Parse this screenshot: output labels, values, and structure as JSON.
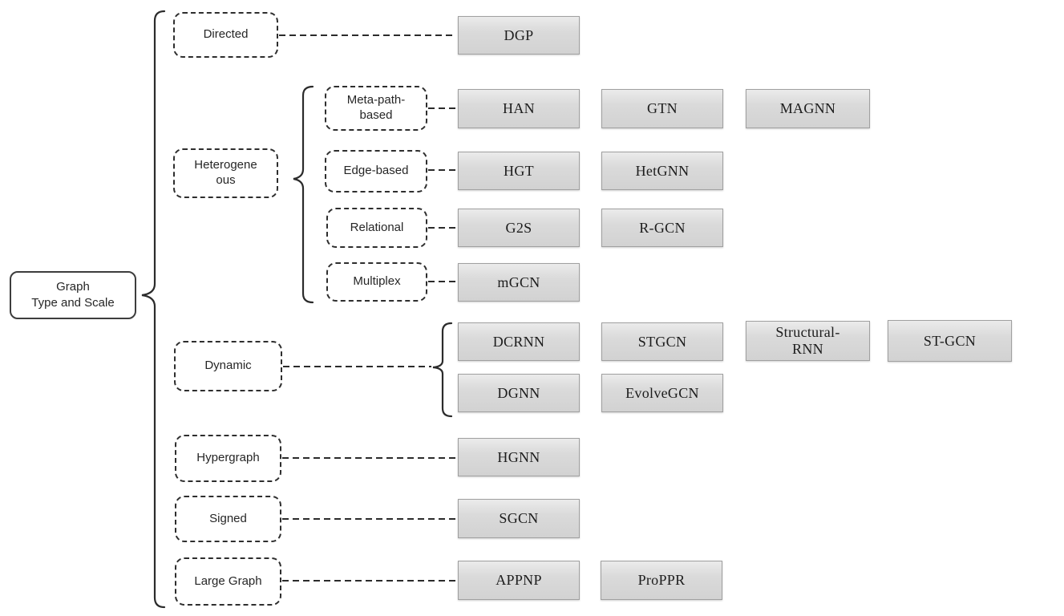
{
  "figure": {
    "title": "Graph neural network taxonomy by graph type and scale",
    "colors": {
      "background": "#ffffff",
      "method_box_fill": "#d9d9d9",
      "method_box_border": "#a0a0a0",
      "dashed_border": "#2e2e2e",
      "line": "#2b2b2b",
      "text": "#1c1c1c"
    },
    "tree": {
      "root": {
        "label": "Graph\nType and Scale"
      },
      "categories": [
        {
          "label": "Directed",
          "methods": [
            {
              "label": "DGP"
            }
          ]
        },
        {
          "label": "Heterogene\nous",
          "subcategories": [
            {
              "label": "Meta-path-\nbased",
              "methods": [
                {
                  "label": "HAN"
                },
                {
                  "label": "GTN"
                },
                {
                  "label": "MAGNN"
                }
              ]
            },
            {
              "label": "Edge-based",
              "methods": [
                {
                  "label": "HGT"
                },
                {
                  "label": "HetGNN"
                }
              ]
            },
            {
              "label": "Relational",
              "methods": [
                {
                  "label": "G2S"
                },
                {
                  "label": "R-GCN"
                }
              ]
            },
            {
              "label": "Multiplex",
              "methods": [
                {
                  "label": "mGCN"
                }
              ]
            }
          ]
        },
        {
          "label": "Dynamic",
          "methods": [
            {
              "label": "DCRNN"
            },
            {
              "label": "STGCN"
            },
            {
              "label": "Structural-\nRNN"
            },
            {
              "label": "ST-GCN"
            },
            {
              "label": "DGNN"
            },
            {
              "label": "EvolveGCN"
            }
          ]
        },
        {
          "label": "Hypergraph",
          "methods": [
            {
              "label": "HGNN"
            }
          ]
        },
        {
          "label": "Signed",
          "methods": [
            {
              "label": "SGCN"
            }
          ]
        },
        {
          "label": "Large Graph",
          "methods": [
            {
              "label": "APPNP"
            },
            {
              "label": "ProPPR"
            }
          ]
        }
      ]
    }
  }
}
